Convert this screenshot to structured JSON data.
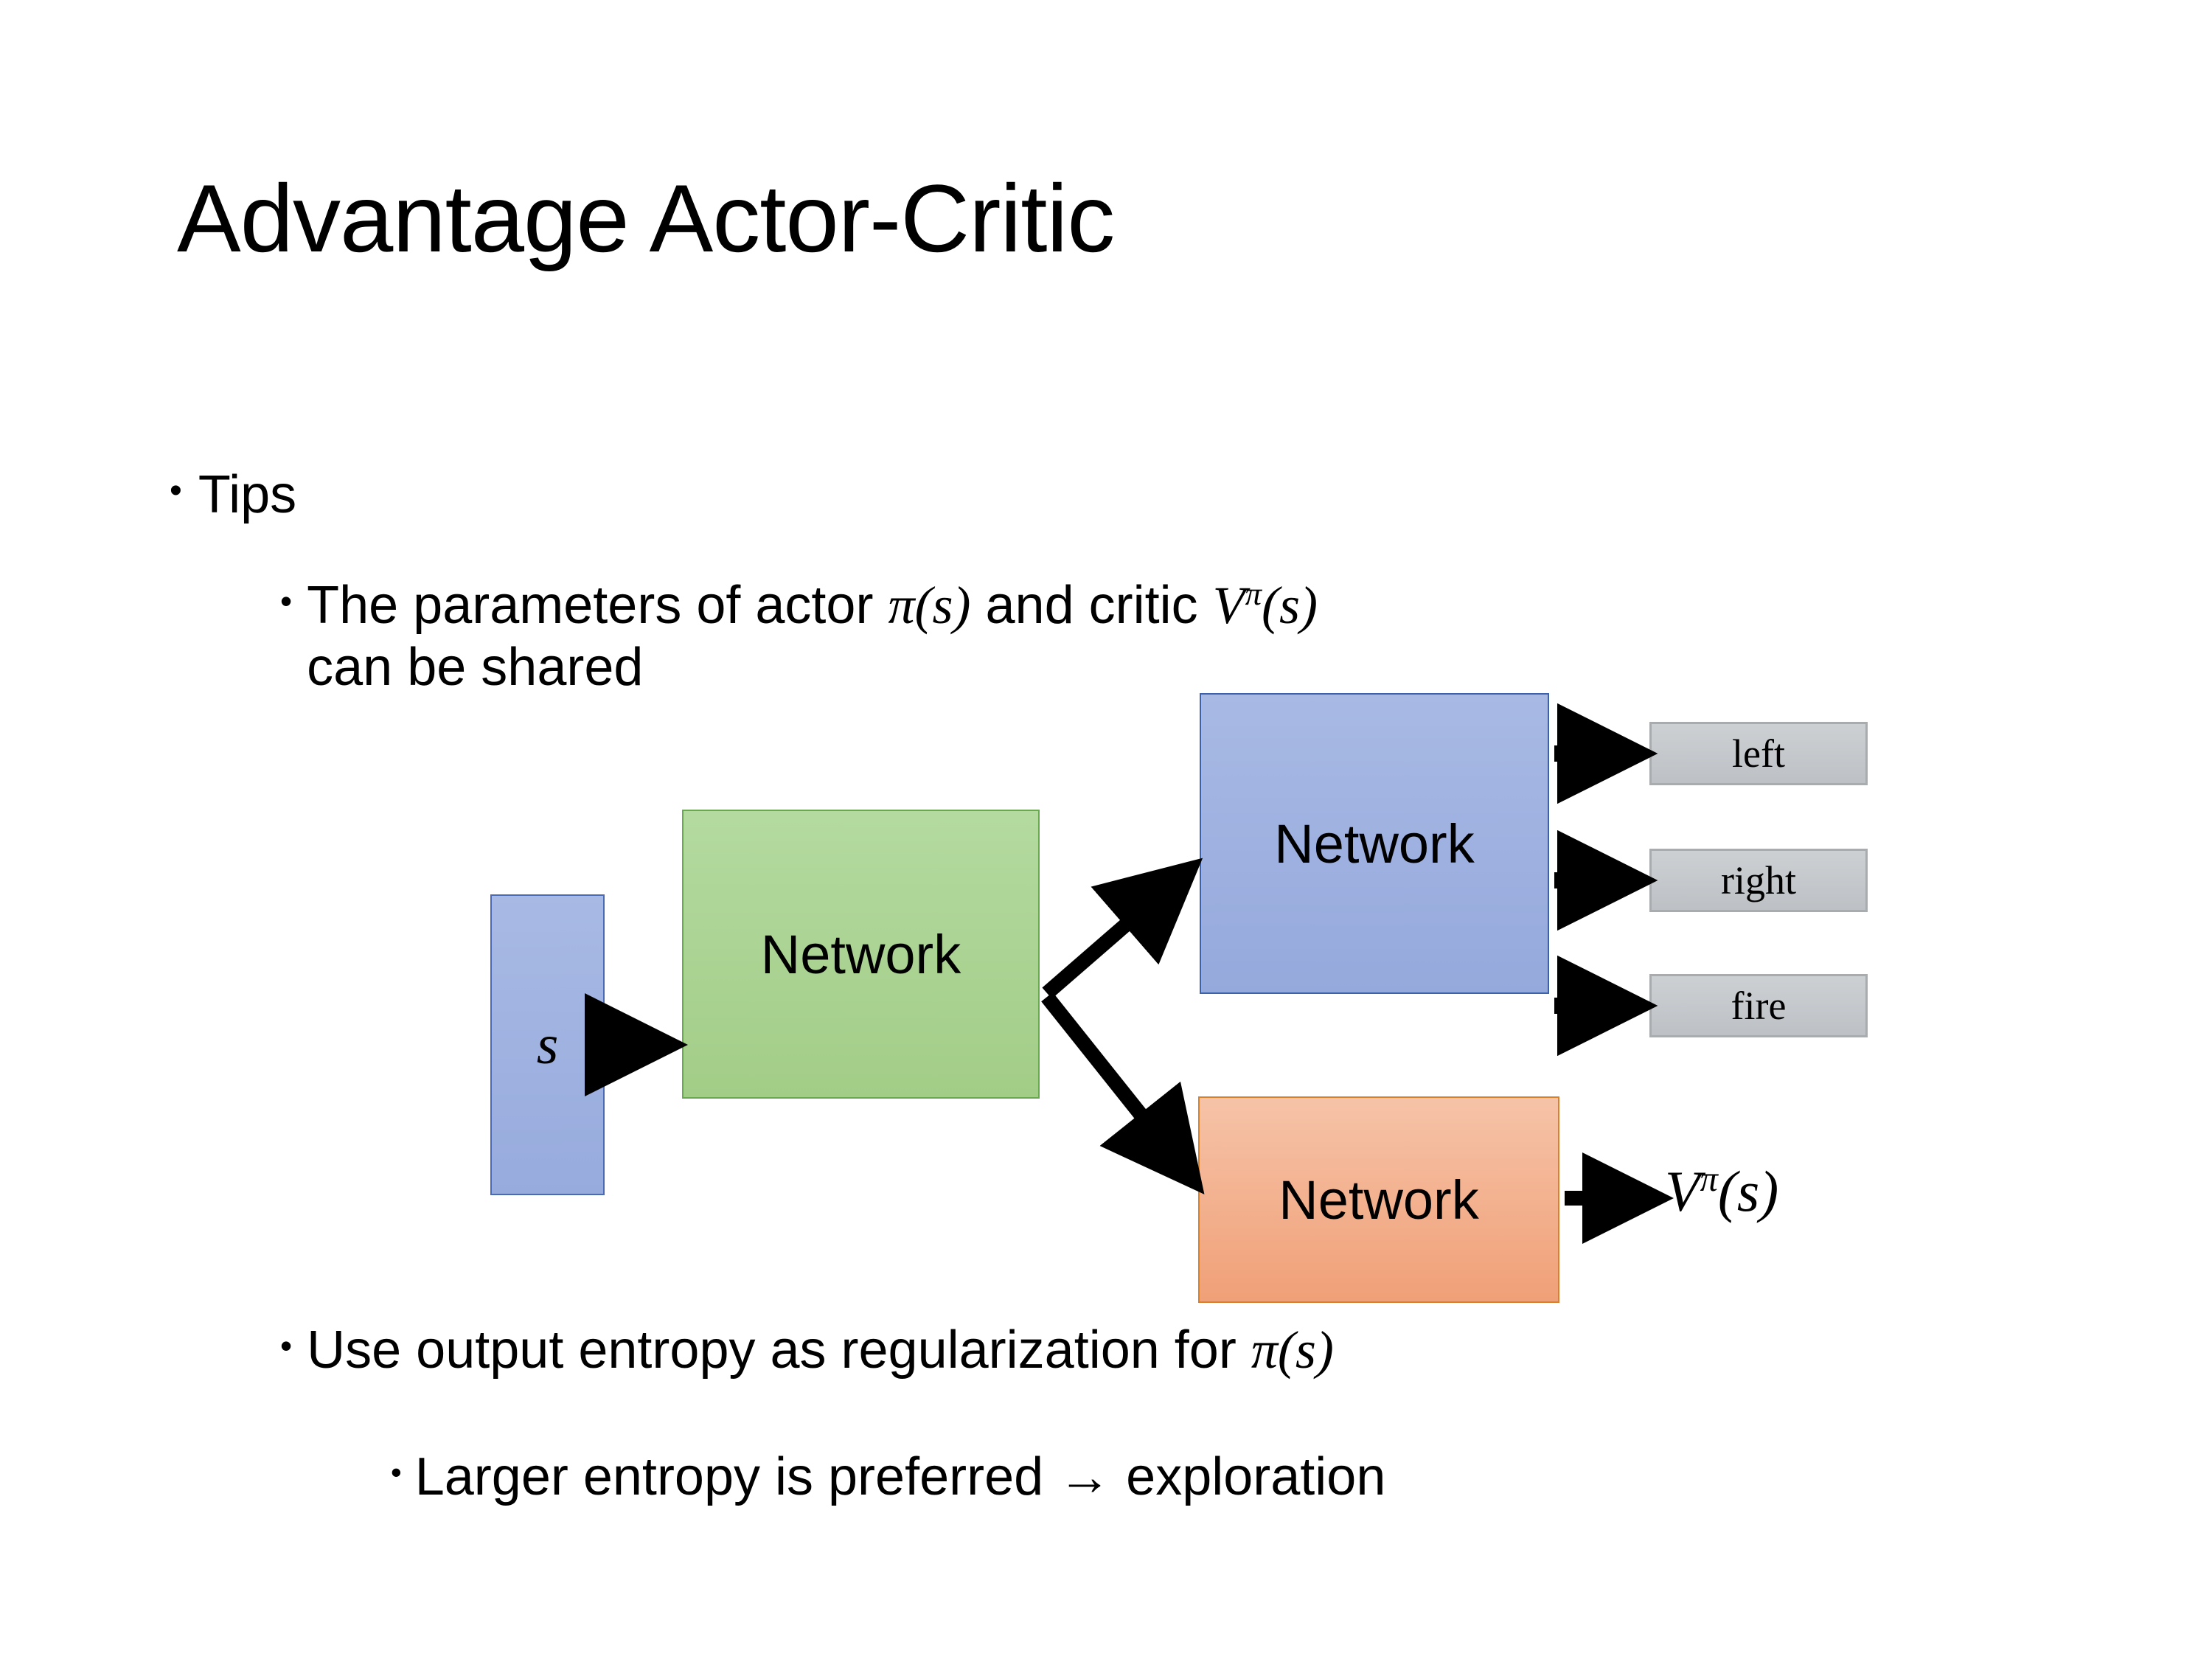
{
  "slide": {
    "title": "Advantage Actor-Critic",
    "background_color": "#ffffff"
  },
  "bullets": {
    "tips": {
      "marker": "•",
      "text": "Tips"
    },
    "shared_params": {
      "marker": "•",
      "text_before": "The parameters of actor ",
      "math_actor": "π(s)",
      "text_middle": "  and critic ",
      "math_critic_base": "V",
      "math_critic_sup": "π",
      "math_critic_arg": "(s)",
      "text_after": "can be shared",
      "full_text": "The parameters of actor π(s)  and critic Vπ(s) can be shared"
    },
    "entropy": {
      "marker": "•",
      "text_before": "Use output entropy as regularization for ",
      "math": "π(s)",
      "full_text": "Use output entropy as regularization for π(s)"
    },
    "larger_entropy": {
      "marker": "•",
      "text": "Larger entropy is preferred → exploration"
    }
  },
  "diagram": {
    "input_box": {
      "label": "s",
      "color": "#a0b2e0",
      "border": "#4a6ab5"
    },
    "shared_network": {
      "label": "Network",
      "color": "#a9d08e",
      "border": "#6aa84f"
    },
    "actor_network": {
      "label": "Network",
      "color": "#9db0e0",
      "border": "#3d62ad"
    },
    "critic_network": {
      "label": "Network",
      "color": "#f2b394",
      "border": "#d9802c"
    },
    "action_outputs": [
      {
        "label": "left",
        "color": "#c5c8cb"
      },
      {
        "label": "right",
        "color": "#c5c8cb"
      },
      {
        "label": "fire",
        "color": "#c5c8cb"
      }
    ],
    "value_output": {
      "base": "V",
      "superscript": "π",
      "argument": "(s)",
      "full_text": "Vπ(s)"
    },
    "arrow_color": "#000000"
  }
}
